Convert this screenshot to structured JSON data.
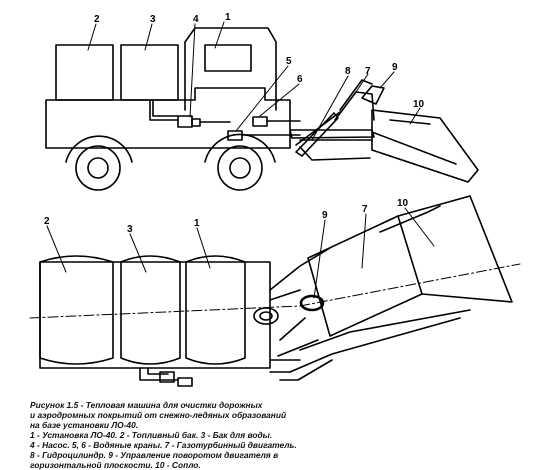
{
  "labels": {
    "side": [
      "1",
      "2",
      "3",
      "4",
      "5",
      "6",
      "7",
      "8",
      "9",
      "10"
    ],
    "top": [
      "1",
      "2",
      "3",
      "7",
      "9",
      "10"
    ]
  },
  "caption": {
    "line1": "Рисунок 1.5 - Тепловая машина для очистки дорожных",
    "line2": "и аэродромных покрытий от снежно-ледяных образований",
    "line3": "на базе установки ЛО-40.",
    "legend1": "1 - Установка ЛО-40.   2 - Топливный бак.   3 - Бак для воды.",
    "legend2": "4 - Насос.   5, 6 - Водяные краны.   7 - Газотурбинный двигатель.",
    "legend3": "8 - Гидроцилиндр.   9 - Управление поворотом двигателя в",
    "legend4": "горизонтальной плоскости.   10 - Сопло."
  }
}
